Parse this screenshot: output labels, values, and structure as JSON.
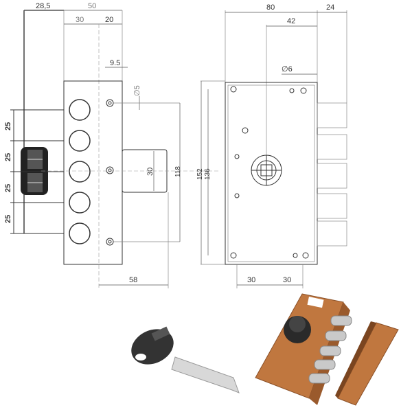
{
  "dimensions": {
    "left_view": {
      "offset": "28,5",
      "width_total": "50",
      "width_a": "30",
      "width_b": "20",
      "screw_offset": "9.5",
      "screw_diameter": "∅5",
      "pitch": [
        "25",
        "25",
        "25",
        "25"
      ],
      "cylinder_diameter": "30",
      "screw_spacing": "118",
      "depth": "58"
    },
    "right_view": {
      "width": "80",
      "bolt_projection": "24",
      "cylinder_offset": "42",
      "hole_diameter": "∅6",
      "height_outer": "152",
      "height_inner": "136",
      "bottom_a": "30",
      "bottom_b": "30"
    }
  },
  "colors": {
    "lock_body": "#c0773f",
    "knob": "#2a2a2a",
    "bolt": "#c9c9c9",
    "key_head": "#333333"
  }
}
